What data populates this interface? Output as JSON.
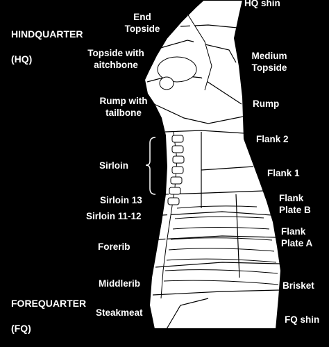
{
  "colors": {
    "background": "#000000",
    "carcass": "#ffffff",
    "outline": "#000000",
    "text": "#ffffff"
  },
  "sections": {
    "hindquarter": {
      "name": "HINDQUARTER",
      "abbr": "(HQ)"
    },
    "forequarter": {
      "name": "FOREQUARTER",
      "abbr": "(FQ)"
    }
  },
  "cuts": {
    "hq_shin": "HQ shin",
    "end_topside": "End\nTopside",
    "medium_topside": "Medium\nTopside",
    "topside_aitchbone": "Topside with\naitchbone",
    "rump_tailbone": "Rump with\ntailbone",
    "rump": "Rump",
    "flank2": "Flank 2",
    "sirloin": "Sirloin",
    "flank1": "Flank 1",
    "sirloin13": "Sirloin 13",
    "sirloin1112": "Sirloin 11-12",
    "flank_plate_b": "Flank\nPlate B",
    "flank_plate_a": "Flank\nPlate A",
    "forerib": "Forerib",
    "middlerib": "Middlerib",
    "brisket": "Brisket",
    "steakmeat": "Steakmeat",
    "fq_shin": "FQ shin"
  }
}
